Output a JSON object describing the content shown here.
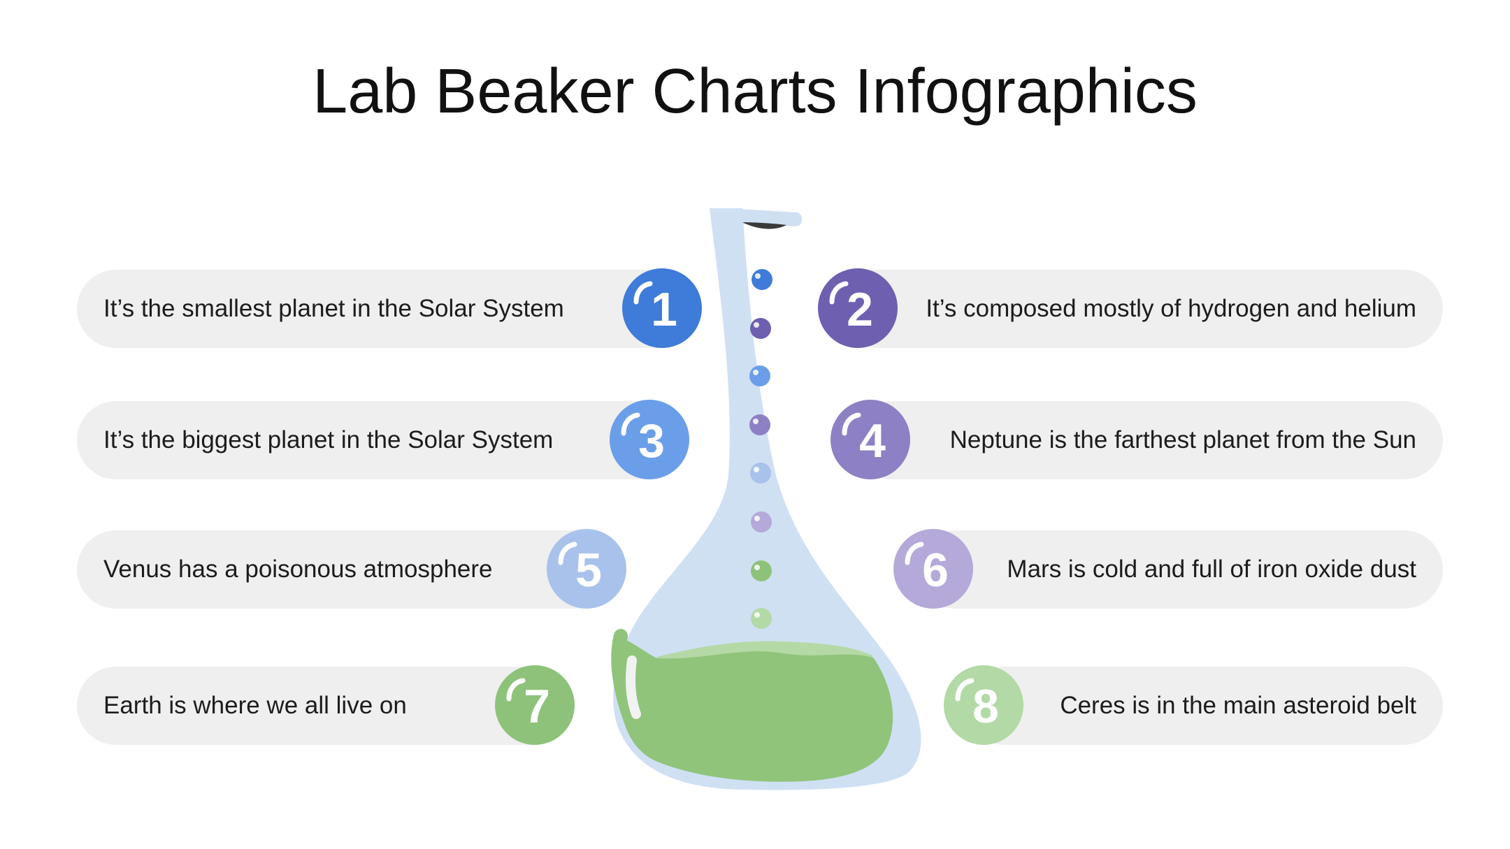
{
  "title": "Lab Beaker Charts Infographics",
  "items": [
    {
      "number": "1",
      "text": "It’s the smallest planet in the Solar System",
      "color": "#3f7bd9"
    },
    {
      "number": "2",
      "text": "It’s composed mostly of hydrogen and helium",
      "color": "#6e5fb0"
    },
    {
      "number": "3",
      "text": "It’s the biggest planet in the Solar System",
      "color": "#6b9ee8"
    },
    {
      "number": "4",
      "text": "Neptune is the farthest planet from the Sun",
      "color": "#8e80c4"
    },
    {
      "number": "5",
      "text": "Venus has a poisonous atmosphere",
      "color": "#a9c2ec"
    },
    {
      "number": "6",
      "text": "Mars is cold and full of iron oxide dust",
      "color": "#b4a9d9"
    },
    {
      "number": "7",
      "text": "Earth is where we all live on",
      "color": "#8ec27a"
    },
    {
      "number": "8",
      "text": "Ceres is in the main asteroid belt",
      "color": "#b3d9a6"
    }
  ],
  "colors": {
    "flask_glass": "#cfe0f3",
    "liquid": "#90c47b",
    "liquid_light": "#b5d9a6",
    "pill_background": "#efefef"
  },
  "icons": {
    "flask": "flask-icon",
    "bubble": "bubble-icon"
  }
}
